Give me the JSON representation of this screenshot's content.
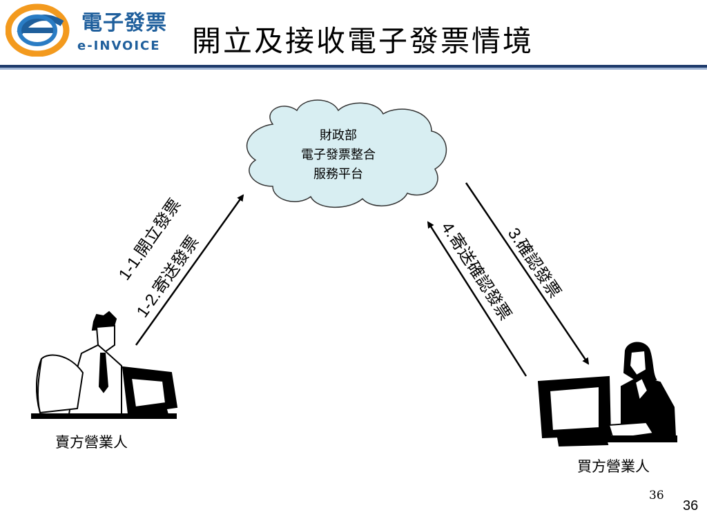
{
  "header": {
    "logo_cn": "電子發票",
    "logo_en": "e-INVOICE",
    "title": "開立及接收電子發票情境"
  },
  "cloud": {
    "line1": "財政部",
    "line2": "電子發票整合",
    "line3": "服務平台"
  },
  "flows": {
    "issue": "1-1.開立發票",
    "send": "1-2.寄送發票",
    "confirm": "3.確認發票",
    "send_confirm": "4.寄送確認發票"
  },
  "roles": {
    "seller": "賣方營業人",
    "buyer": "買方營業人"
  },
  "page": {
    "number_small": "36",
    "number_big": "36"
  },
  "colors": {
    "cloud_fill": "#d8eef2",
    "title_bar": "#1e3a6b",
    "logo_blue": "#1f5f9c",
    "logo_orange": "#f39a1e"
  }
}
